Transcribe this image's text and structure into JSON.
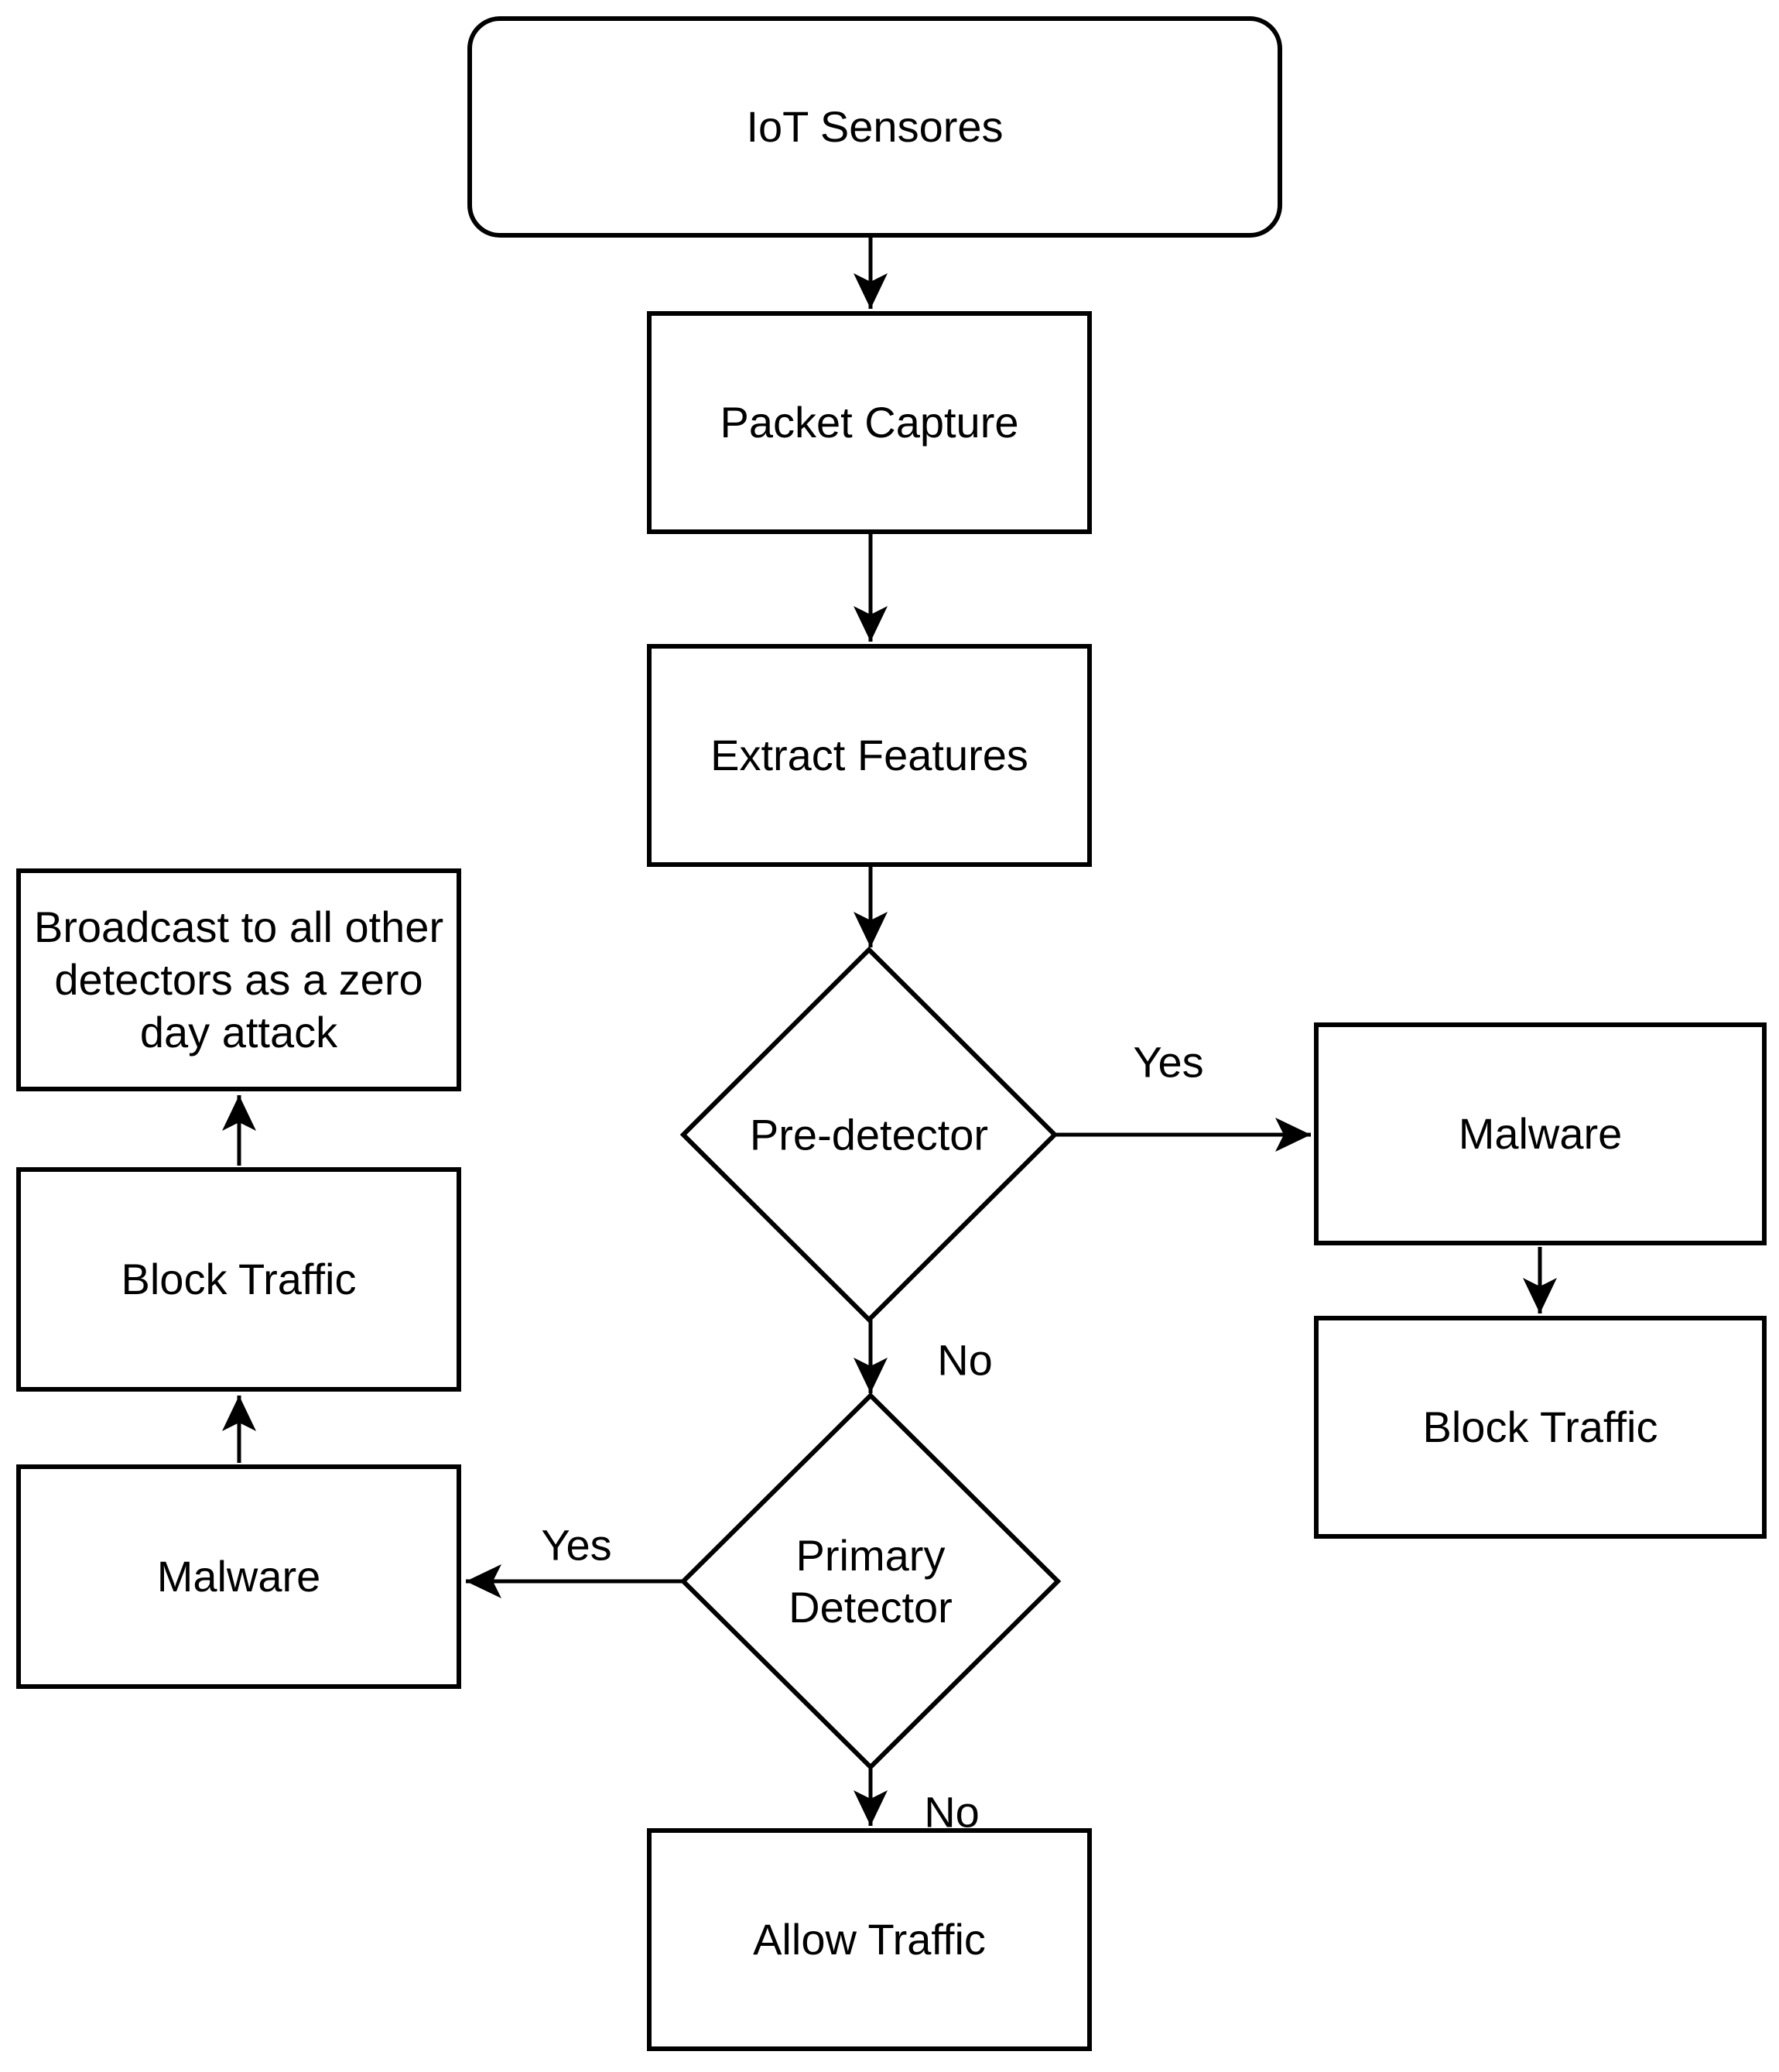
{
  "diagram": {
    "type": "flowchart",
    "background_color": "#ffffff",
    "stroke_color": "#000000",
    "text_color": "#000000",
    "nodes": {
      "iot": {
        "label": "IoT Sensores",
        "shape": "rounded-rect"
      },
      "packet": {
        "label": "Packet Capture",
        "shape": "rect"
      },
      "extract": {
        "label": "Extract Features",
        "shape": "rect"
      },
      "pre_detector": {
        "label": "Pre-detector",
        "shape": "diamond"
      },
      "malware_right": {
        "label": "Malware",
        "shape": "rect"
      },
      "block_right": {
        "label": "Block Traffic",
        "shape": "rect"
      },
      "primary_detector": {
        "label": "Primary\nDetector",
        "shape": "diamond"
      },
      "malware_left": {
        "label": "Malware",
        "shape": "rect"
      },
      "block_left": {
        "label": "Block Traffic",
        "shape": "rect"
      },
      "broadcast": {
        "label": "Broadcast to all other\ndetectors as a zero\nday attack",
        "shape": "rect"
      },
      "allow": {
        "label": "Allow Traffic",
        "shape": "rect"
      }
    },
    "edge_labels": {
      "pre_yes": "Yes",
      "pre_no": "No",
      "primary_yes": "Yes",
      "primary_no": "No"
    },
    "edges": [
      {
        "from": "iot",
        "to": "packet",
        "label": ""
      },
      {
        "from": "packet",
        "to": "extract",
        "label": ""
      },
      {
        "from": "extract",
        "to": "pre_detector",
        "label": ""
      },
      {
        "from": "pre_detector",
        "to": "malware_right",
        "label": "Yes"
      },
      {
        "from": "malware_right",
        "to": "block_right",
        "label": ""
      },
      {
        "from": "pre_detector",
        "to": "primary_detector",
        "label": "No"
      },
      {
        "from": "primary_detector",
        "to": "malware_left",
        "label": "Yes"
      },
      {
        "from": "malware_left",
        "to": "block_left",
        "label": ""
      },
      {
        "from": "block_left",
        "to": "broadcast",
        "label": ""
      },
      {
        "from": "primary_detector",
        "to": "allow",
        "label": "No"
      }
    ]
  }
}
